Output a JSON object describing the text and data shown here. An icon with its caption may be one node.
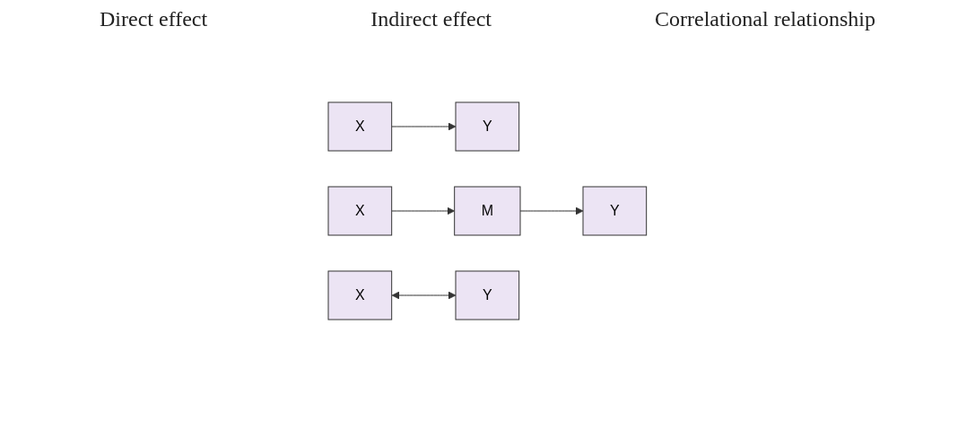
{
  "diagram": {
    "nodes": [
      {
        "text": [
          "X"
        ]
      },
      {
        "text": [
          "Y"
        ]
      },
      {
        "text": [
          "X"
        ]
      },
      {
        "text": [
          "M"
        ]
      },
      {
        "text": [
          "Y"
        ]
      },
      {
        "text": [
          "X"
        ]
      },
      {
        "text": [
          "Y"
        ]
      }
    ],
    "edges": [
      {
        "from": 0,
        "to": 1,
        "arrow": "to"
      },
      {
        "from": 2,
        "to": 3,
        "arrow": "to"
      },
      {
        "from": 3,
        "to": 4,
        "arrow": "to"
      },
      {
        "from": 5,
        "to": 6,
        "arrow": "both"
      }
    ],
    "labels": [
      "Direct effect",
      "Indirect effect",
      "Correlational relationship"
    ]
  }
}
